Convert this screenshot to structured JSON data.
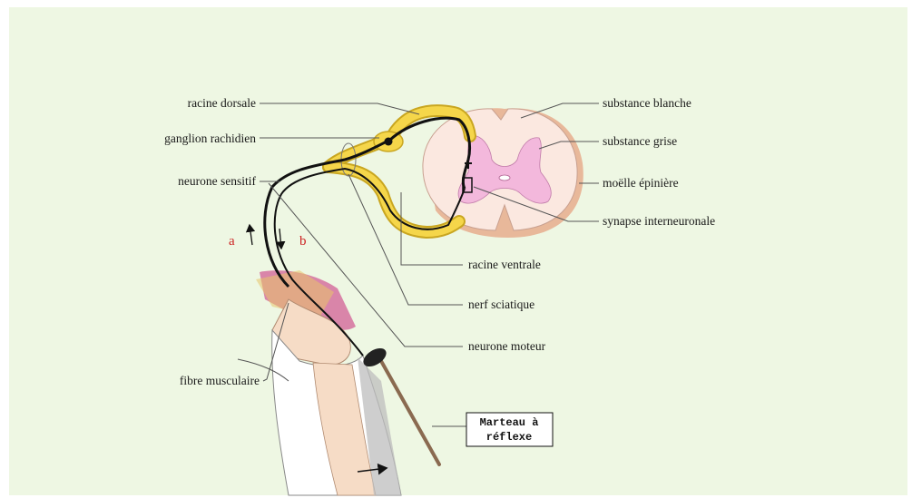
{
  "colors": {
    "background": "#eef7e3",
    "nerve_yellow": "#f5d64a",
    "grey_matter": "#f3b8dc",
    "white_matter": "#fbe8e0",
    "muscle": "#c8287a"
  },
  "labels": {
    "racine_dorsale": "racine dorsale",
    "ganglion_rachidien": "ganglion rachidien",
    "neurone_sensitif": "neurone sensitif",
    "fibre_musculaire": "fibre musculaire",
    "substance_blanche": "substance blanche",
    "substance_grise": "substance grise",
    "moelle_epiniere": "moëlle épinière",
    "synapse_interneuronale": "synapse interneuronale",
    "racine_ventrale": "racine ventrale",
    "nerf_sciatique": "nerf sciatique",
    "neurone_moteur": "neurone moteur",
    "marteau_line1": "Marteau à",
    "marteau_line2": "réflexe",
    "arrow_a": "a",
    "arrow_b": "b"
  },
  "icons": {
    "hammer": "reflex-hammer-icon",
    "tap_arrow": "arrow-right-icon"
  }
}
